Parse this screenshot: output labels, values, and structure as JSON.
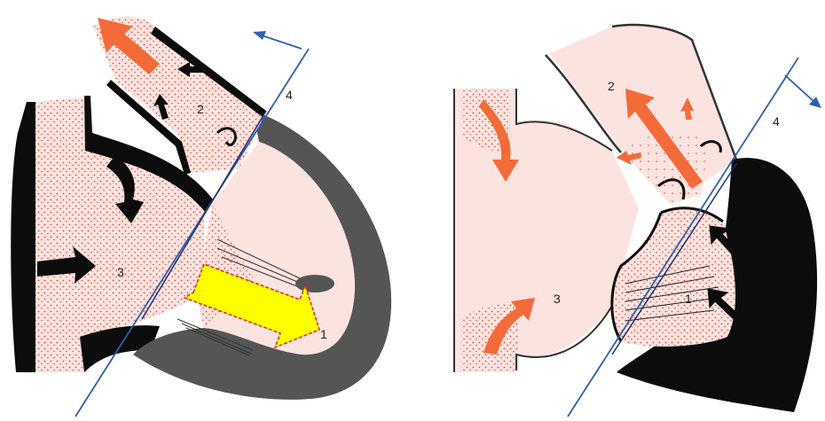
{
  "colors": {
    "background": "#ffffff",
    "tissue": "#fbe3df",
    "myocardium_gray": "#555555",
    "myocardium_dark": "#0c0c0c",
    "stipple": "#d9503c",
    "flow_orange": "#f26b38",
    "plane_line": "#2f5fae",
    "highlight_arrow_fill": "#ffff00",
    "highlight_arrow_border": "#e0281e",
    "label_text": "#222222"
  },
  "left_diagram": {
    "labels": {
      "l1": "1",
      "l2": "2",
      "l3": "3",
      "l4": "4"
    },
    "icons": {
      "outflow_arrow": "orange-outflow-arrow",
      "highlight_arrow": "yellow-highlight-arrow",
      "plane_arrow": "blue-plane-arrow"
    }
  },
  "right_diagram": {
    "labels": {
      "l1": "1",
      "l2": "2",
      "l3": "3",
      "l4": "4"
    },
    "icons": {
      "inflow_arrows": "orange-inflow-arrows",
      "outflow_arrow": "orange-outflow-arrow",
      "plane_arrow": "blue-plane-arrow"
    }
  }
}
